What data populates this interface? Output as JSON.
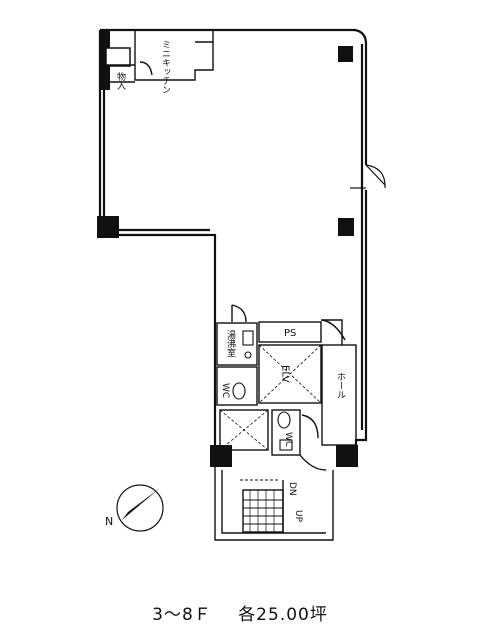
{
  "caption": {
    "floors": "3〜8Ｆ",
    "area": "各25.00坪"
  },
  "labels": {
    "kitchen": "ミニキッチン",
    "storage": "物入",
    "ps": "PS",
    "elv": "ELV",
    "hot_water": "湯沸室",
    "wc_left": "WC",
    "wc_right": "WC",
    "hall": "ホール",
    "dn": "DN",
    "up": "UP",
    "north": "N"
  },
  "icons": [
    "north-arrow-icon",
    "door-swing-icon",
    "toilet-icon",
    "sink-icon"
  ]
}
